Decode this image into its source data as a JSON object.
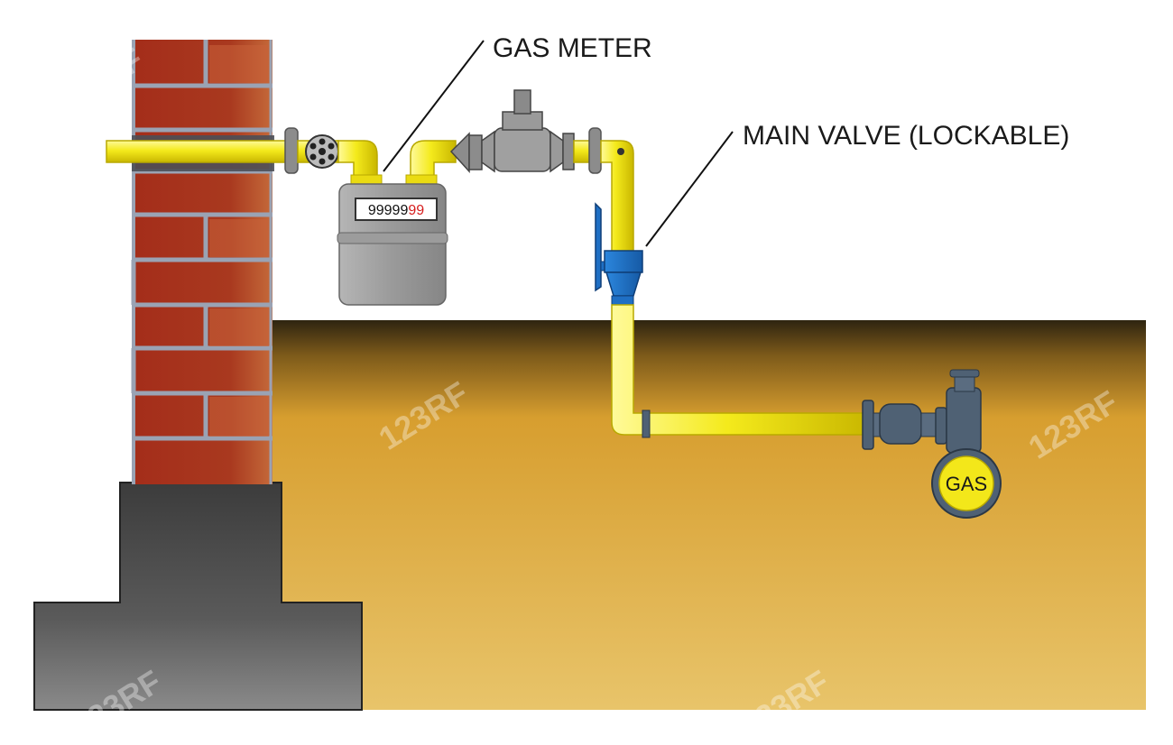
{
  "labels": {
    "gas_meter": "GAS METER",
    "main_valve": "MAIN VALVE (LOCKABLE)",
    "gas": "GAS"
  },
  "meter": {
    "digits_black": "99999",
    "digits_red": "99"
  },
  "watermark": {
    "text": "123RF"
  },
  "colors": {
    "pipe": "#f4ea1c",
    "pipe_outline": "#b9a900",
    "brick": "#a5331c",
    "mortar": "#9aa3b4",
    "foundation": "#4a4a4a",
    "soil_top": "#3a2c10",
    "soil_bottom": "#e3bf60",
    "valve": "#1f6fc4",
    "fitting": "#8c8c8c",
    "underground_fitting": "#4f6174",
    "gas_badge": "#f3e71a"
  }
}
